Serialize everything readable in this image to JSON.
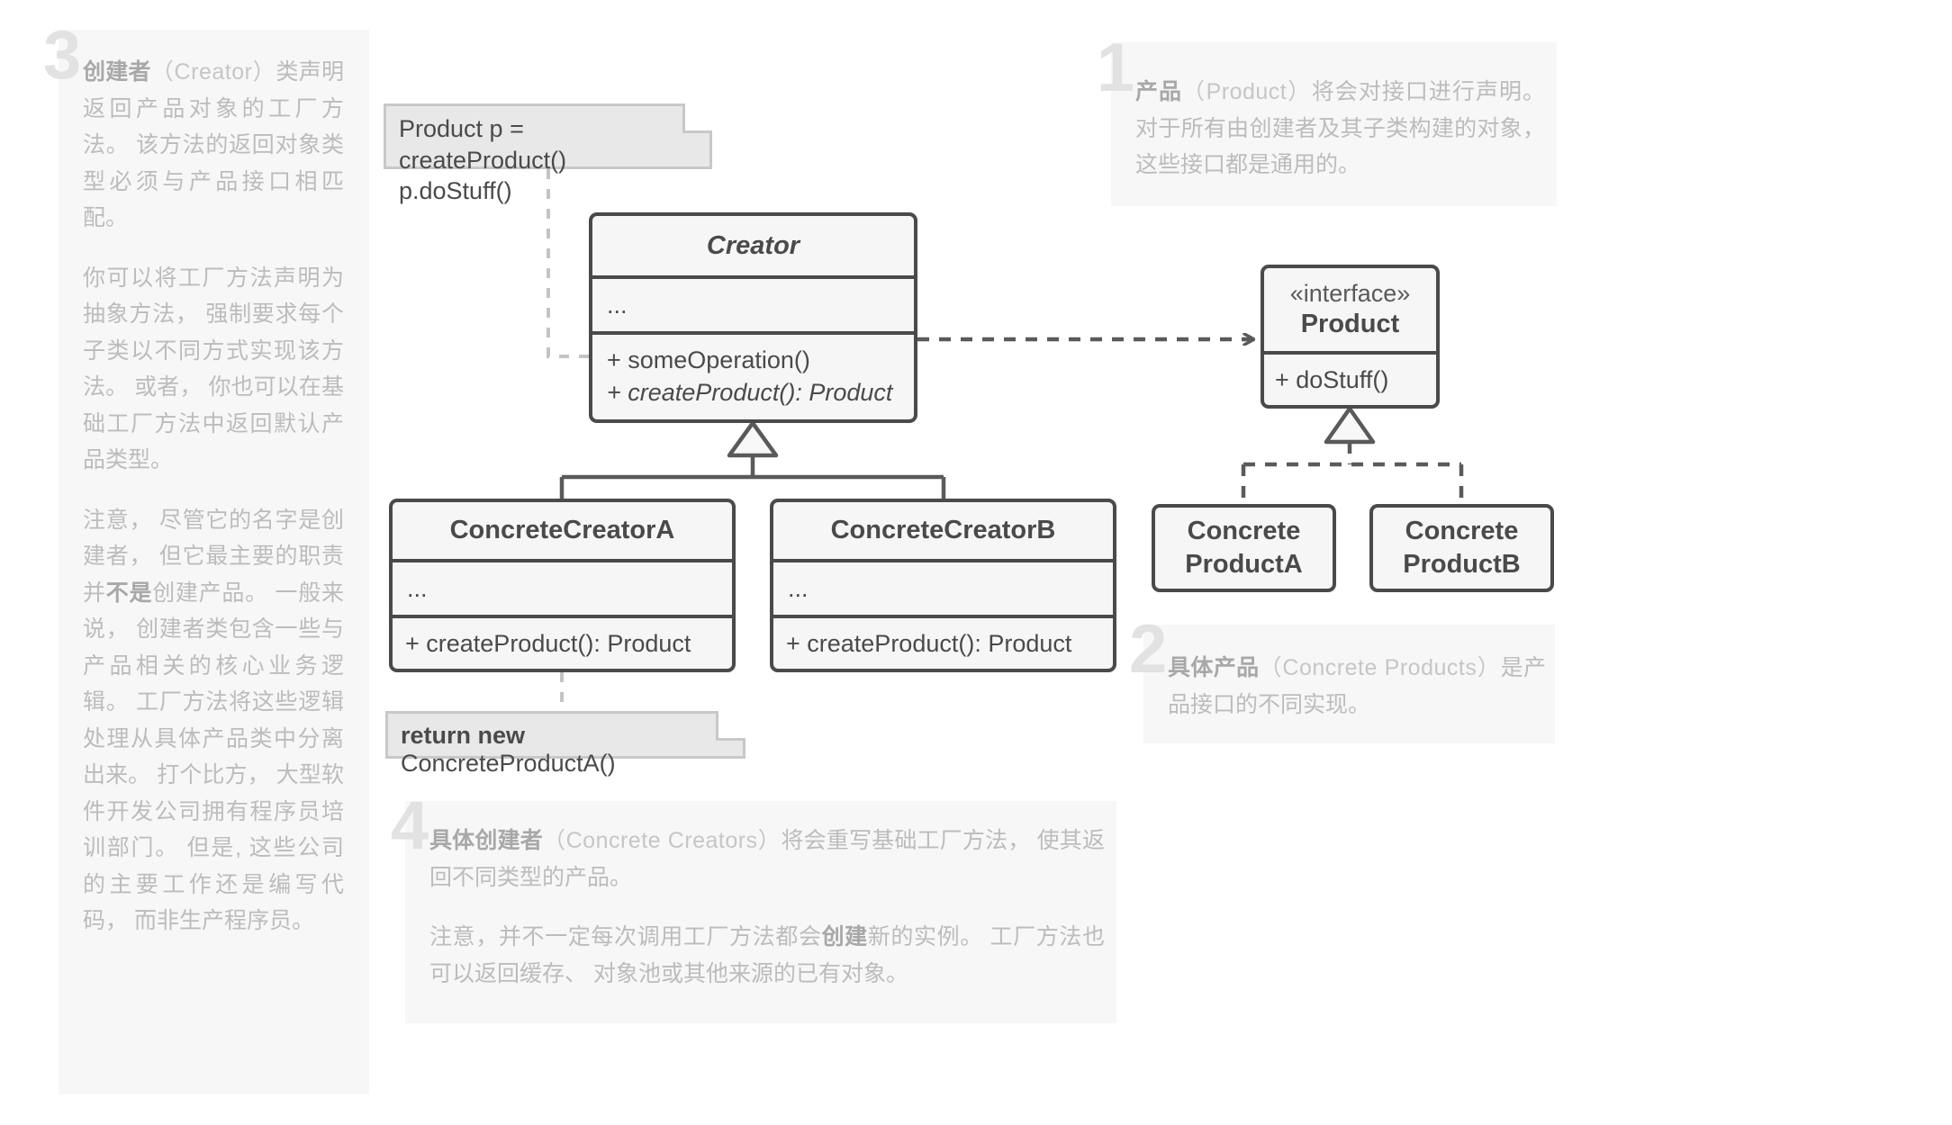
{
  "diagram": {
    "title": "Factory Method pattern UML class diagram",
    "colors": {
      "box_border": "#4a4a4a",
      "box_fill": "#f6f6f6",
      "note_fill": "#e8e8e8",
      "note_border": "#c8c8c8",
      "panel_fill": "#f7f7f7",
      "annotation_text": "#bcbcbc",
      "annotation_number": "#e2e2e2",
      "connector": "#5a5a5a"
    }
  },
  "classes": {
    "creator": {
      "name": "Creator",
      "attributes": "...",
      "operations": [
        "+ someOperation()",
        "+ createProduct(): Product"
      ]
    },
    "product": {
      "stereotype": "«interface»",
      "name": "Product",
      "operations": [
        "+ doStuff()"
      ]
    },
    "concrete_creator_a": {
      "name": "ConcreteCreatorA",
      "attributes": "...",
      "operations": [
        "+ createProduct(): Product"
      ]
    },
    "concrete_creator_b": {
      "name": "ConcreteCreatorB",
      "attributes": "...",
      "operations": [
        "+ createProduct(): Product"
      ]
    },
    "concrete_product_a": {
      "name_line1": "Concrete",
      "name_line2": "ProductA"
    },
    "concrete_product_b": {
      "name_line1": "Concrete",
      "name_line2": "ProductB"
    }
  },
  "notes": {
    "creator_code": {
      "line1": "Product p = createProduct()",
      "line2": "p.doStuff()"
    },
    "return_code": {
      "keyword": "return new",
      "rest": " ConcreteProductA()"
    }
  },
  "annotations": {
    "product": {
      "number": "1",
      "term": "产品",
      "term_en": "（Product）",
      "text": "将会对接口进行声明。 对于所有由创建者及其子类构建的对象，这些接口都是通用的。"
    },
    "concrete_products": {
      "number": "2",
      "term": "具体产品",
      "term_en": "（Concrete Products）",
      "text": "是产品接口的不同实现。"
    },
    "creator": {
      "number": "3",
      "term": "创建者",
      "term_en": "（Creator）",
      "paragraph1": "类声明返回产品对象的工厂方法。 该方法的返回对象类型必须与产品接口相匹配。",
      "paragraph2": "你可以将工厂方法声明为抽象方法， 强制要求每个子类以不同方式实现该方法。 或者， 你也可以在基础工厂方法中返回默认产品类型。",
      "paragraph3_a": "注意， 尽管它的名字是创建者， 但它最主要的职责并",
      "paragraph3_bold": "不是",
      "paragraph3_b": "创建产品。 一般来说， 创建者类包含一些与产品相关的核心业务逻辑。 工厂方法将这些逻辑处理从具体产品类中分离出来。 打个比方， 大型软件开发公司拥有程序员培训部门。 但是, 这些公司的主要工作还是编写代码， 而非生产程序员。"
    },
    "concrete_creators": {
      "number": "4",
      "term": "具体创建者",
      "term_en": "（Concrete Creators）",
      "paragraph1": "将会重写基础工厂方法， 使其返回不同类型的产品。",
      "paragraph2_a": "注意，并不一定每次调用工厂方法都会",
      "paragraph2_bold": "创建",
      "paragraph2_b": "新的实例。 工厂方法也可以返回缓存、 对象池或其他来源的已有对象。"
    }
  }
}
